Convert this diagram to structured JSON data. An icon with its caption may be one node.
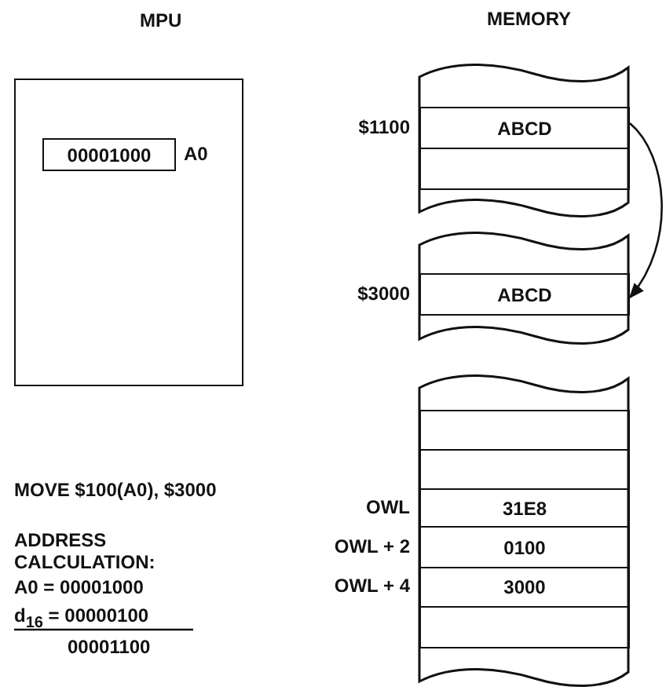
{
  "diagram": {
    "nodes": [
      {
        "text": [
          "MPU"
        ]
      },
      {
        "text": [
          "00001000"
        ],
        "beside": [
          "A0"
        ],
        "in": 0
      },
      {
        "text": [
          "ABCD"
        ],
        "beside": [
          "$1100"
        ]
      },
      {
        "text": [],
        "shape": "box"
      },
      {
        "text": [
          "ABCD"
        ],
        "beside": [
          "$3000"
        ]
      },
      {
        "text": [],
        "shape": "box"
      },
      {
        "text": [],
        "shape": "box"
      },
      {
        "text": [
          "31E8"
        ],
        "beside": [
          "OWL"
        ]
      },
      {
        "text": [
          "0100"
        ],
        "beside": [
          "OWL + 2"
        ]
      },
      {
        "text": [
          "3000"
        ],
        "beside": [
          "OWL + 4"
        ]
      },
      {
        "text": [],
        "shape": "box"
      }
    ],
    "edges": [
      {
        "from": 2,
        "to": 4,
        "arrow": "to"
      }
    ],
    "labels": [
      "MEMORY",
      "MOVE $100(A0), $3000",
      "ADDRESS CALCULATION:",
      "A0 = 00001000",
      "d$_{16}$ = 00000100",
      "00001100"
    ]
  }
}
